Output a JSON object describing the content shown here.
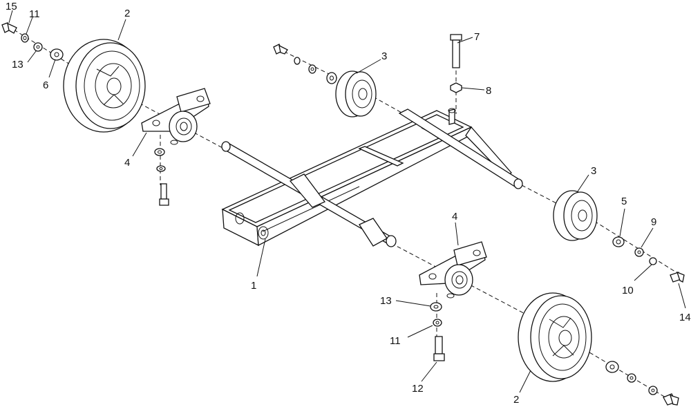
{
  "callouts": {
    "c1": "1",
    "c2_top": "2",
    "c2_bottom": "2",
    "c3_top": "3",
    "c3_right": "3",
    "c4_left": "4",
    "c4_right": "4",
    "c5": "5",
    "c6": "6",
    "c7": "7",
    "c8": "8",
    "c9": "9",
    "c10": "10",
    "c11_top": "11",
    "c11_bottom": "11",
    "c12": "12",
    "c13_top": "13",
    "c13_bottom": "13",
    "c14": "14",
    "c15": "15"
  }
}
